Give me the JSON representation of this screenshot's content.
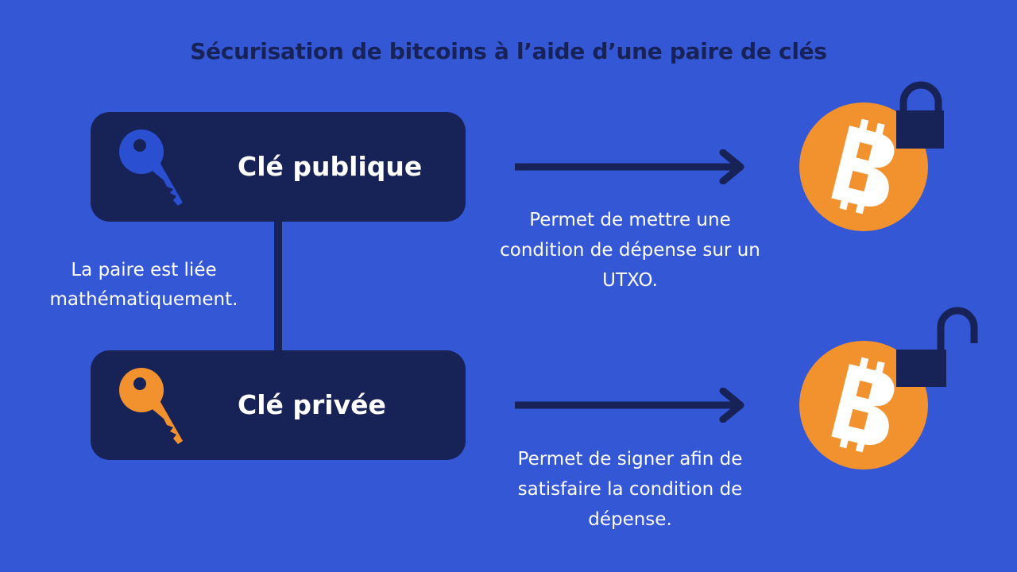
{
  "title": "Sécurisation de bitcoins à l’aide d’une paire de clés",
  "public_key": {
    "label": "Clé publique",
    "icon": "key-icon",
    "icon_color": "#2a4fd0",
    "description": "Permet de mettre une condition de dépense sur un UTXO.",
    "lock_state": "locked"
  },
  "private_key": {
    "label": "Clé privée",
    "icon": "key-icon",
    "icon_color": "#f2922f",
    "description": "Permet de signer afin de satisfaire la condition de dépense.",
    "lock_state": "unlocked"
  },
  "link_text": "La paire est liée mathématiquement.",
  "colors": {
    "background": "#3457d5",
    "dark": "#172256",
    "bitcoin": "#f2922f",
    "text": "#ffffff"
  }
}
